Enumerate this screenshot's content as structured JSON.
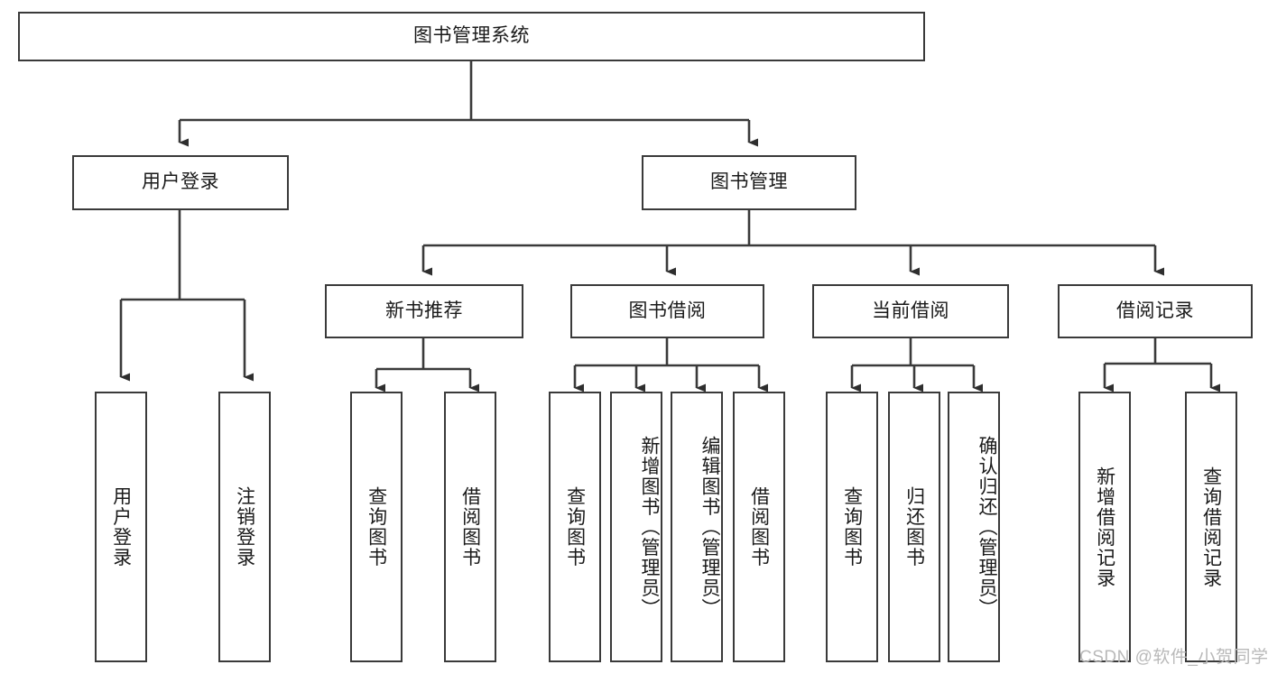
{
  "diagram": {
    "title_node": {
      "label": "图书管理系统"
    },
    "level2": [
      {
        "id": "user-login",
        "label": "用户登录"
      },
      {
        "id": "book-management",
        "label": "图书管理"
      }
    ],
    "level3": [
      {
        "id": "new-book-recommend",
        "label": "新书推荐"
      },
      {
        "id": "book-borrow",
        "label": "图书借阅"
      },
      {
        "id": "current-borrow",
        "label": "当前借阅"
      },
      {
        "id": "borrow-record",
        "label": "借阅记录"
      }
    ],
    "leaves": {
      "user_login": [
        {
          "id": "leaf-user-login",
          "label": "用户登录"
        },
        {
          "id": "leaf-logout-login",
          "label": "注销登录"
        }
      ],
      "new_book_recommend": [
        {
          "id": "leaf-query-book-1",
          "label": "查询图书"
        },
        {
          "id": "leaf-borrow-book-1",
          "label": "借阅图书"
        }
      ],
      "book_borrow": [
        {
          "id": "leaf-query-book-2",
          "label": "查询图书"
        },
        {
          "id": "leaf-add-book",
          "label": "新增图书（管理员）"
        },
        {
          "id": "leaf-edit-book",
          "label": "编辑图书（管理员）"
        },
        {
          "id": "leaf-borrow-book-2",
          "label": "借阅图书"
        }
      ],
      "current_borrow": [
        {
          "id": "leaf-query-book-3",
          "label": "查询图书"
        },
        {
          "id": "leaf-return-book",
          "label": "归还图书"
        },
        {
          "id": "leaf-confirm-return",
          "label": "确认归还（管理员）"
        }
      ],
      "borrow_record": [
        {
          "id": "leaf-add-record",
          "label": "新增借阅记录"
        },
        {
          "id": "leaf-query-record",
          "label": "查询借阅记录"
        }
      ]
    },
    "watermark": {
      "text": "CSDN @软件_小贺同学"
    },
    "colors": {
      "stroke": "#3a3a3a",
      "text": "#1a1a1a",
      "background": "#ffffff",
      "watermark": "#b9b9b9"
    }
  }
}
